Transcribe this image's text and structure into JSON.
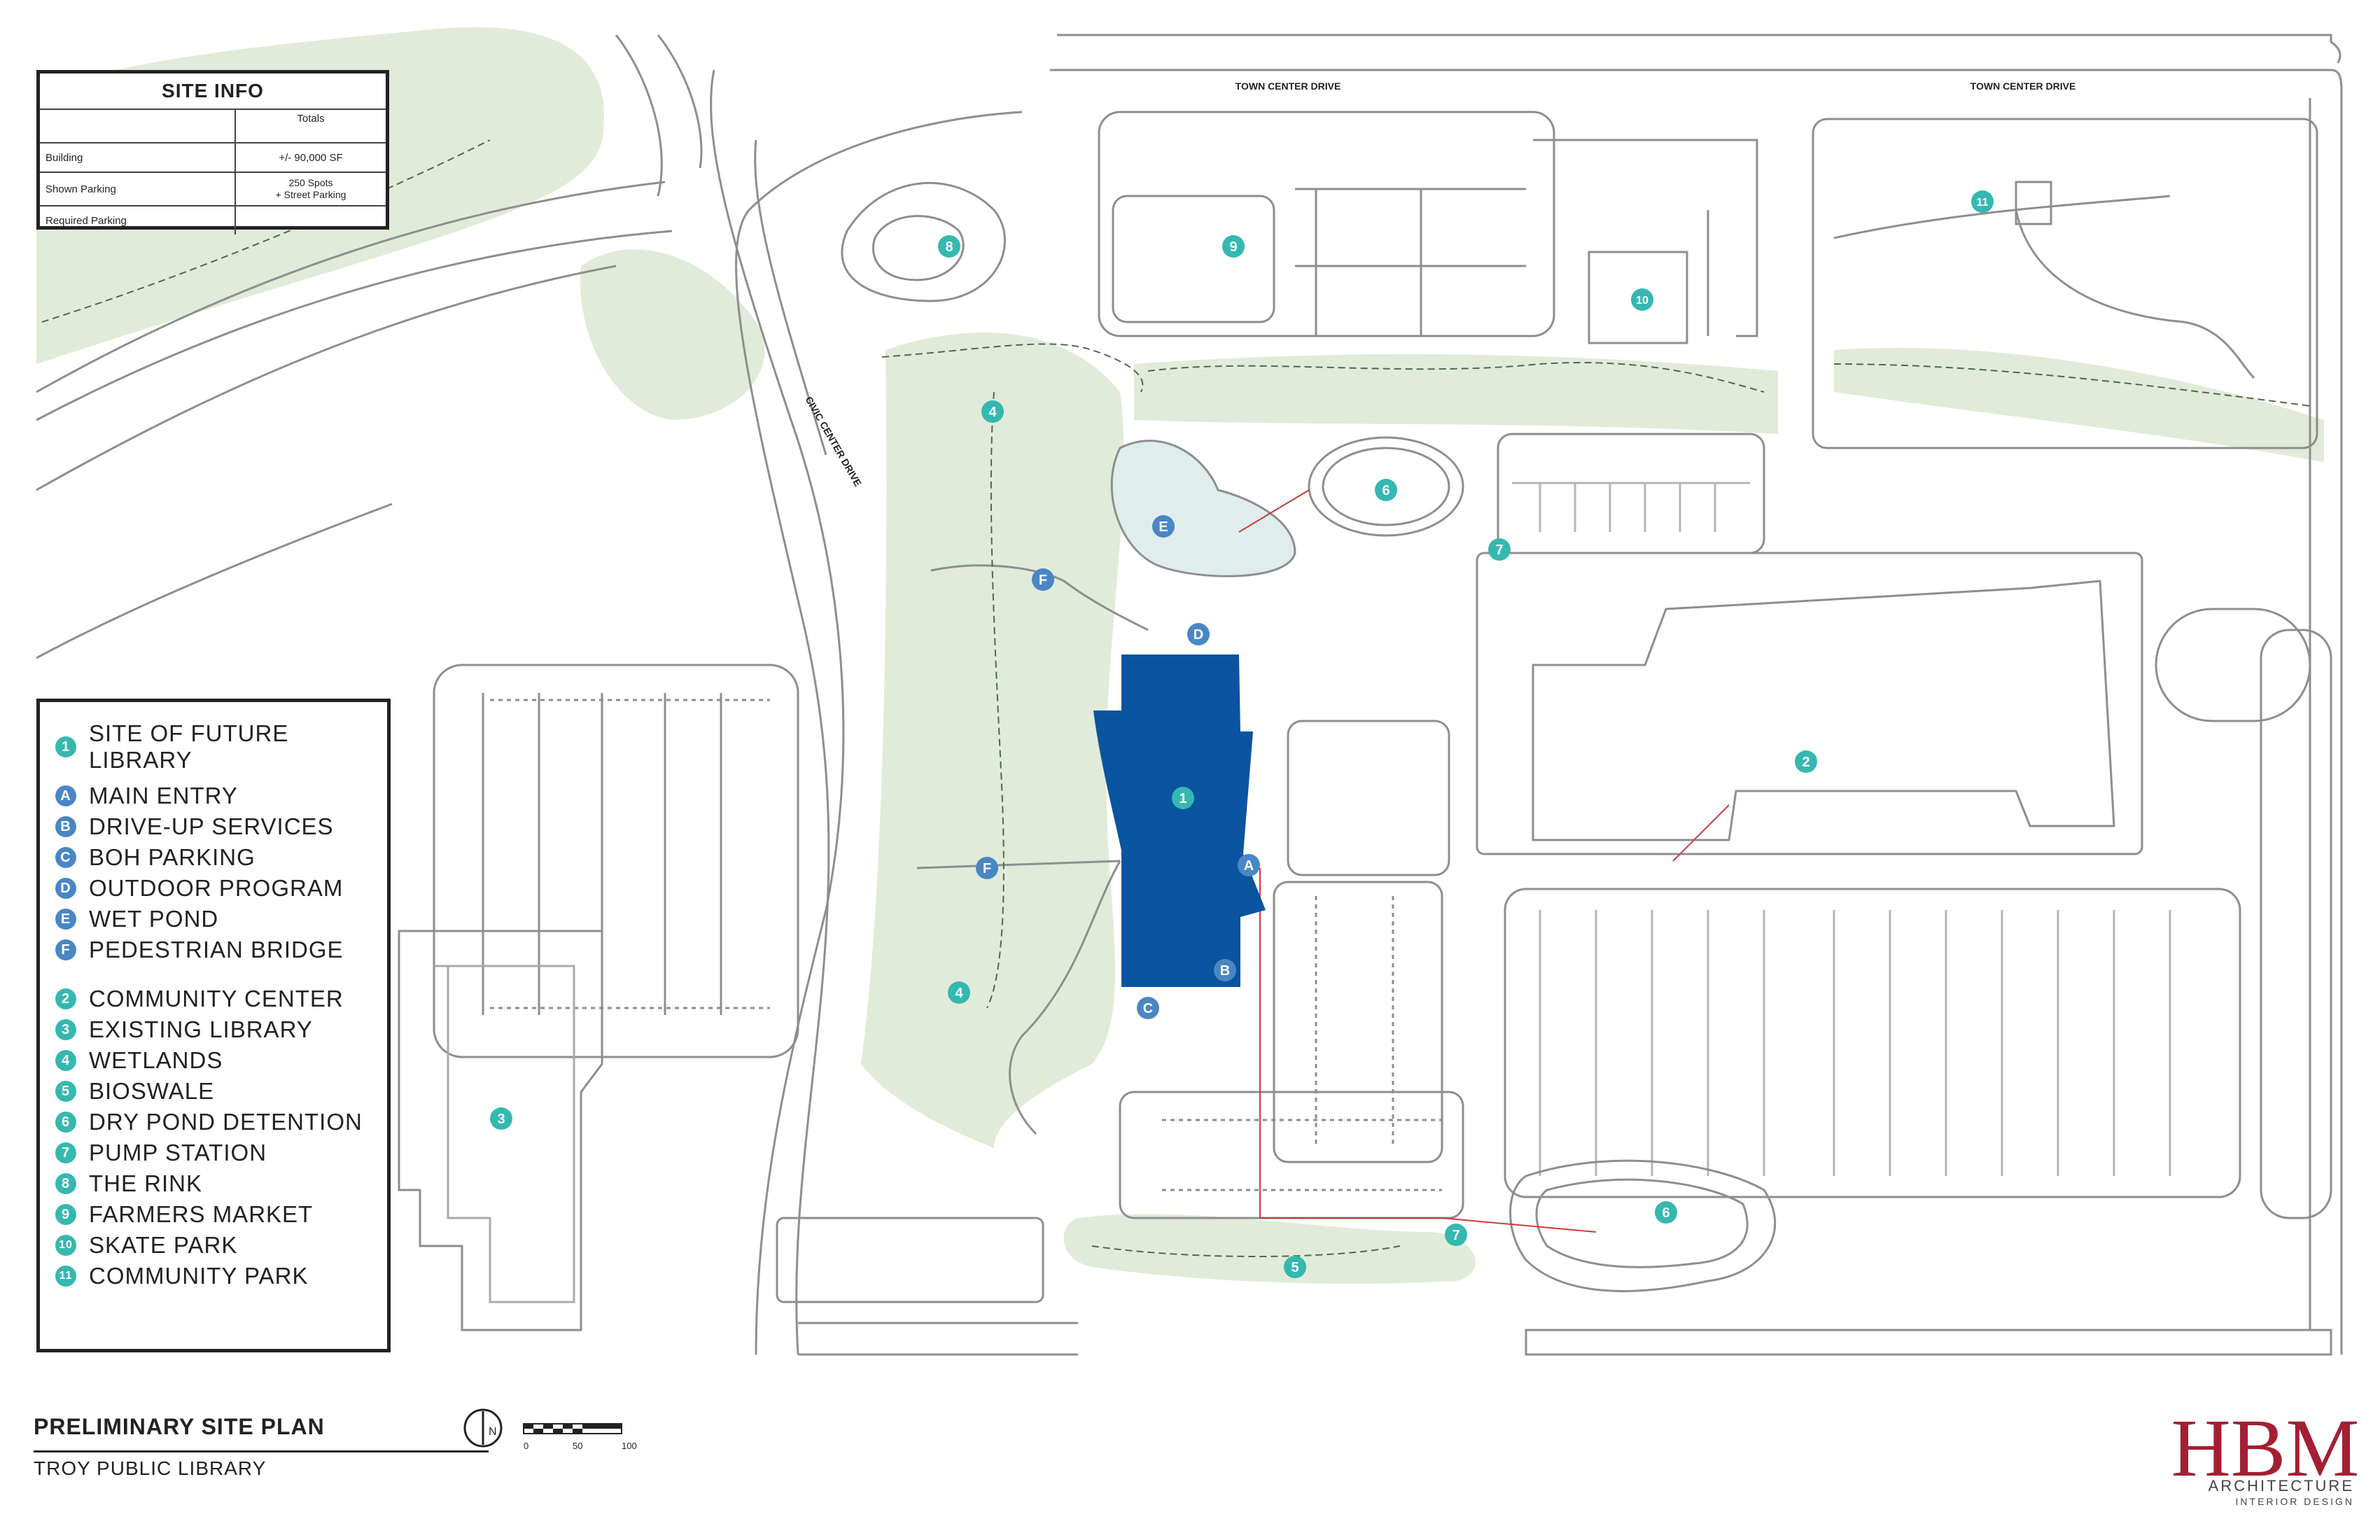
{
  "site_info": {
    "title": "SITE INFO",
    "header": "Totals",
    "rows": [
      {
        "label": "Building",
        "value": "+/- 90,000 SF"
      },
      {
        "label": "Shown Parking",
        "value": "250 Spots\n+ Street Parking"
      },
      {
        "label": "Required Parking",
        "value": ""
      }
    ]
  },
  "legend": {
    "groups": [
      [
        {
          "key": "1",
          "label": "SITE OF FUTURE LIBRARY",
          "color": "#35b8b0"
        }
      ],
      [
        {
          "key": "A",
          "label": "MAIN ENTRY",
          "color": "#4a86c5"
        },
        {
          "key": "B",
          "label": "DRIVE-UP SERVICES",
          "color": "#4a86c5"
        },
        {
          "key": "C",
          "label": "BOH PARKING",
          "color": "#4a86c5"
        },
        {
          "key": "D",
          "label": "OUTDOOR PROGRAM",
          "color": "#4a86c5"
        },
        {
          "key": "E",
          "label": "WET POND",
          "color": "#4a86c5"
        },
        {
          "key": "F",
          "label": "PEDESTRIAN BRIDGE",
          "color": "#4a86c5"
        }
      ],
      [
        {
          "key": "2",
          "label": "COMMUNITY CENTER",
          "color": "#35b8b0"
        },
        {
          "key": "3",
          "label": "EXISTING LIBRARY",
          "color": "#35b8b0"
        },
        {
          "key": "4",
          "label": "WETLANDS",
          "color": "#35b8b0"
        },
        {
          "key": "5",
          "label": "BIOSWALE",
          "color": "#35b8b0"
        },
        {
          "key": "6",
          "label": "DRY POND DETENTION",
          "color": "#35b8b0"
        },
        {
          "key": "7",
          "label": "PUMP STATION",
          "color": "#35b8b0"
        },
        {
          "key": "8",
          "label": "THE RINK",
          "color": "#35b8b0"
        },
        {
          "key": "9",
          "label": "FARMERS MARKET",
          "color": "#35b8b0"
        },
        {
          "key": "10",
          "label": "SKATE PARK",
          "color": "#35b8b0"
        },
        {
          "key": "11",
          "label": "COMMUNITY PARK",
          "color": "#35b8b0"
        }
      ]
    ]
  },
  "map": {
    "streets": {
      "town_center": "TOWN CENTER DRIVE",
      "civic_center": "CIVIC CENTER DRIVE"
    },
    "markers": {
      "m1": "1",
      "m2": "2",
      "m3": "3",
      "m4": "4",
      "m5": "5",
      "m6": "6",
      "m7": "7",
      "m8": "8",
      "m9": "9",
      "m10": "10",
      "m11": "11",
      "mA": "A",
      "mB": "B",
      "mC": "C",
      "mD": "D",
      "mE": "E",
      "mF": "F"
    },
    "north_label": "N",
    "scale_labels": [
      "0",
      "50",
      "100"
    ]
  },
  "title_block": {
    "title": "PRELIMINARY SITE PLAN",
    "subtitle": "TROY PUBLIC LIBRARY"
  },
  "logo": {
    "name": "HBM",
    "line1": "ARCHITECTURE",
    "line2": "INTERIOR DESIGN",
    "color": "#a31f34"
  },
  "colors": {
    "green": "#e1ebd9",
    "pond": "#dfeeed",
    "building": "#0b54a0",
    "teal": "#35b8b0",
    "blue": "#4a86c5",
    "line": "#8a8a8a"
  }
}
